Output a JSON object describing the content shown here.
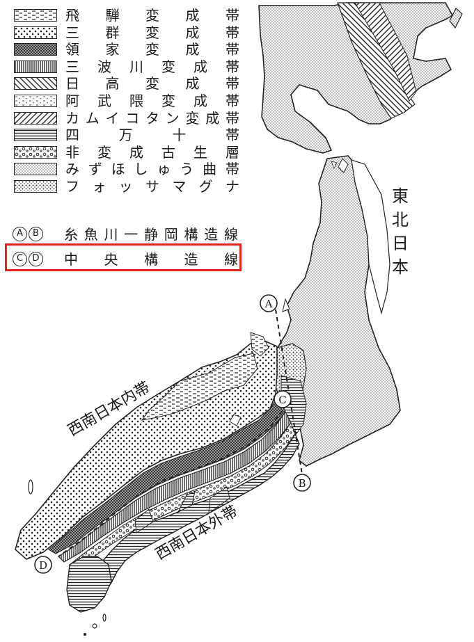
{
  "legend": {
    "items": [
      {
        "label": "飛騨変成帯",
        "pattern": "dash-lines"
      },
      {
        "label": "三群変成帯",
        "pattern": "coarse-dots"
      },
      {
        "label": "領家変成帯",
        "pattern": "dense-cross"
      },
      {
        "label": "三波川変成帯",
        "pattern": "vertical-lines"
      },
      {
        "label": "日高変成帯",
        "pattern": "backslash-lines"
      },
      {
        "label": "阿武隈変成帯",
        "pattern": "dash-dots"
      },
      {
        "label": "カムイコタン変成帯",
        "pattern": "slash-lines"
      },
      {
        "label": "四万十帯",
        "pattern": "horizontal-lines"
      },
      {
        "label": "非変成古生層",
        "pattern": "open-circles"
      },
      {
        "label": "みずほしゅう曲帯",
        "pattern": "fine-stipple"
      },
      {
        "label": "フォッサマグナ",
        "pattern": "medium-stipple"
      }
    ],
    "lines": [
      {
        "markers": [
          "A",
          "B"
        ],
        "label": "糸魚川一静岡構造線"
      },
      {
        "markers": [
          "C",
          "D"
        ],
        "label": "中央構造線"
      }
    ]
  },
  "map": {
    "regions": {
      "northeast": "東北日本",
      "inner": "西南日本内帯",
      "outer": "西南日本外帯"
    },
    "markers": {
      "a": "A",
      "b": "B",
      "c": "C",
      "d": "D"
    }
  },
  "colors": {
    "highlight": "#e0241d",
    "ink": "#1a1a1a"
  }
}
